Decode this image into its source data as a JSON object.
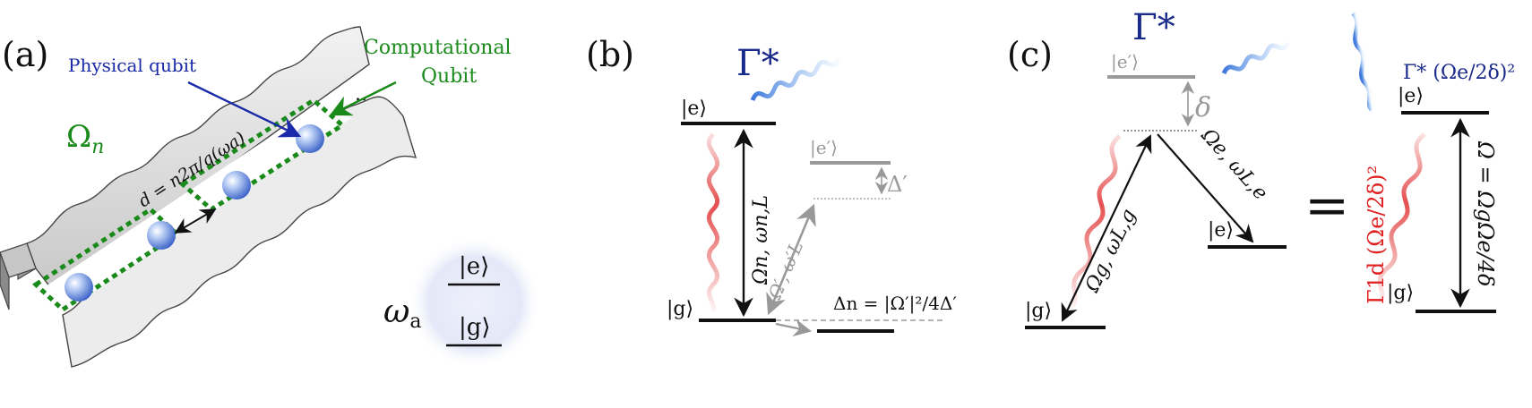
{
  "panels": {
    "a": {
      "label": "(a)",
      "omega_n": "Ω",
      "omega_n_sub": "n",
      "physical_qubit": "Physical qubit",
      "computational_qubit_line1": "Computational",
      "computational_qubit_line2": "Qubit",
      "spacing_formula": "d = n2π/q(ωa)",
      "omega_a": "ω",
      "omega_a_sub": "a",
      "ket_e": "|e⟩",
      "ket_g": "|g⟩",
      "ellipsis": "..",
      "colors": {
        "dashed_box": "#1a8a1a",
        "physical_label": "#1a2aa8",
        "computational_label": "#1a8a1a",
        "atom": "#4a78d8"
      }
    },
    "b": {
      "label": "(b)",
      "gamma_star": "Γ*",
      "ket_e": "|e⟩",
      "ket_e_prime": "|e′⟩",
      "ket_g": "|g⟩",
      "delta_prime": "Δ′",
      "drive_label": "Ωn, ωn,L",
      "offres_label": "Ω′, ω′L",
      "shift_label": "Δn = |Ω′|²/4Δ′",
      "colors": {
        "gamma": "#1a2a8a",
        "gray": "#9a9a9a"
      }
    },
    "c": {
      "label": "(c)",
      "gamma_star": "Γ*",
      "ket_e_prime": "|e′⟩",
      "ket_e_left": "|e⟩",
      "ket_g_left": "|g⟩",
      "ket_e_right": "|e⟩",
      "ket_g_right": "|g⟩",
      "delta": "δ",
      "omega_g_label": "Ωg, ωL,g",
      "omega_e_label": "Ωe, ωL,e",
      "equals": "=",
      "gamma_eff": "Γ* (Ωe/2δ)²",
      "gamma_1d": "Γ1d (Ωe/2δ)²",
      "omega_eff": "Ω = ΩgΩe/4δ",
      "colors": {
        "gamma": "#1a2a8a",
        "gamma_1d": "#e02020",
        "gray": "#9a9a9a"
      }
    }
  }
}
